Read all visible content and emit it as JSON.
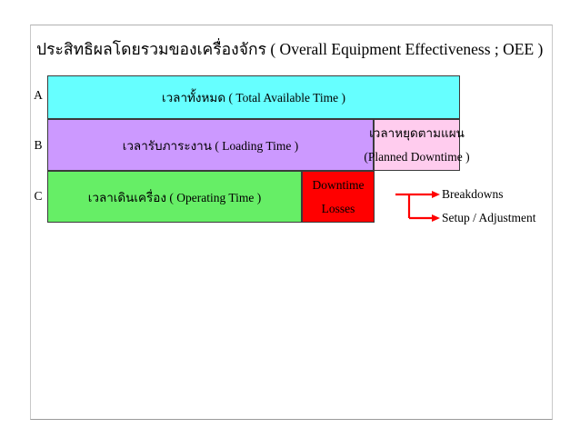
{
  "slide": {
    "title": "ประสิทธิผลโดยรวมของเครื่องจักร ( Overall Equipment Effectiveness ; OEE )",
    "rows": [
      {
        "letter": "A"
      },
      {
        "letter": "B"
      },
      {
        "letter": "C"
      }
    ]
  },
  "bars": {
    "total_available_time": {
      "label": "เวลาทั้งหมด ( Total Available Time )",
      "color": "#66FFFF"
    },
    "loading_time": {
      "label": "เวลารับภาระงาน ( Loading Time )",
      "color": "#CC99FF"
    },
    "planned_downtime": {
      "label_thai": "เวลาหยุดตามแผน",
      "label_english": "(Planned Downtime )",
      "color": "#FFCCEE"
    },
    "operating_time": {
      "label": "เวลาเดินเครื่อง ( Operating Time )",
      "color": "#66EE66"
    },
    "downtime_losses": {
      "label_line1": "Downtime",
      "label_line2": "Losses",
      "color": "#FF0000"
    }
  },
  "losses": {
    "arrow_color": "#FF0000",
    "items": [
      {
        "label": "Breakdowns"
      },
      {
        "label": "Setup / Adjustment"
      }
    ]
  }
}
